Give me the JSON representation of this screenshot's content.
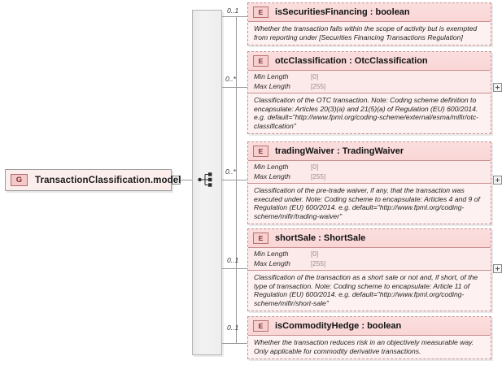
{
  "diagram": {
    "type": "xsd-schema-diagram",
    "group": {
      "tag": "G",
      "name": "TransactionClassification.model",
      "collapse_toggle": "-"
    },
    "compositor": {
      "kind": "sequence-icon",
      "name": "sequence"
    },
    "elements": [
      {
        "tag": "E",
        "cardinality": "0..1",
        "name": "isSecuritiesFinancing : boolean",
        "facets": [],
        "documentation": "Whether the transaction falls within the scope of activity but is exempted from reporting under [Securities Financing Transactions Regulation]",
        "expand_toggle": null
      },
      {
        "tag": "E",
        "cardinality": "0..*",
        "name": "otcClassification : OtcClassification",
        "facets": [
          {
            "label": "Min Length",
            "value": "[0]"
          },
          {
            "label": "Max Length",
            "value": "[255]"
          }
        ],
        "documentation": "Classification of the OTC transaction. Note: Coding scheme definition to encapsulate: Articles 20(3)(a) and 21(5)(a) of Regulation (EU) 600/2014. e.g. default=\"http://www.fpml.org/coding-scheme/external/esma/mifir/otc-classification\"",
        "expand_toggle": "+"
      },
      {
        "tag": "E",
        "cardinality": "0..*",
        "name": "tradingWaiver : TradingWaiver",
        "facets": [
          {
            "label": "Min Length",
            "value": "[0]"
          },
          {
            "label": "Max Length",
            "value": "[255]"
          }
        ],
        "documentation": "Classification of the pre-trade waiver, if any, that the transaction was executed under. Note: Coding scheme to encapsulate: Articles 4 and 9 of Regulation (EU) 600/2014. e.g. default=\"http://www.fpml.org/coding-scheme/mifir/trading-waiver\"",
        "expand_toggle": "+"
      },
      {
        "tag": "E",
        "cardinality": "0..1",
        "name": "shortSale : ShortSale",
        "facets": [
          {
            "label": "Min Length",
            "value": "[0]"
          },
          {
            "label": "Max Length",
            "value": "[255]"
          }
        ],
        "documentation": "Classification of the transaction as a short sale or not and, if short, of the type of transaction. Note: Coding scheme to encapsulate: Article 11 of Regulation (EU) 600/2014. e.g. default=\"http://www.fpml.org/coding-scheme/mifir/short-sale\"",
        "expand_toggle": "+"
      },
      {
        "tag": "E",
        "cardinality": "0..1",
        "name": "isCommodityHedge : boolean",
        "facets": [],
        "documentation": "Whether the transaction reduces risk in an objectively measurable way. Only applicable for commodity derivative transactions.",
        "expand_toggle": null
      }
    ],
    "colors": {
      "element_fill": "#fdeded",
      "element_border": "#c98f8f",
      "tag_fill": "#f6cfcf",
      "tag_text": "#7b2b2b",
      "connector": "#9a9a9a",
      "sequence_bar": "#f0f0f0"
    }
  }
}
